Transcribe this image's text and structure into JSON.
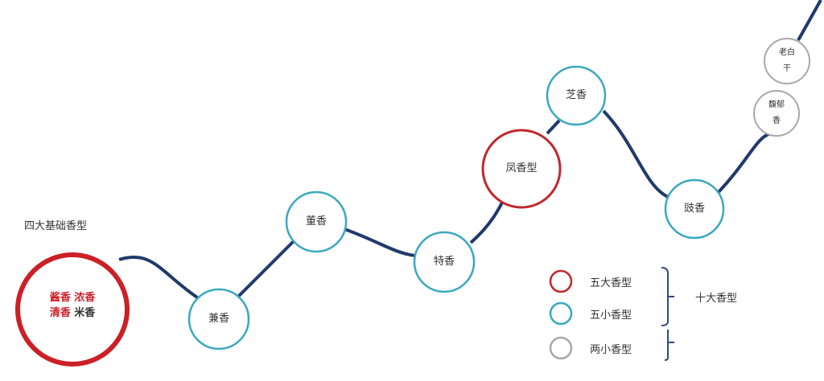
{
  "base_group": {
    "title": "四大基础香型",
    "items": [
      "酱香",
      "浓香",
      "清香",
      "米香"
    ],
    "highlight_color": "#d0202a"
  },
  "nodes": [
    {
      "label": "兼香",
      "type": "small"
    },
    {
      "label": "董香",
      "type": "small"
    },
    {
      "label": "特香",
      "type": "small"
    },
    {
      "label": "凤香型",
      "type": "big"
    },
    {
      "label": "芝香",
      "type": "small"
    },
    {
      "label": "豉香",
      "type": "small"
    },
    {
      "label": "馥郁香",
      "type": "minor"
    },
    {
      "label": "老白干",
      "type": "minor"
    }
  ],
  "legend": {
    "items": [
      {
        "label": "五大香型",
        "color": "#c0282e"
      },
      {
        "label": "五小香型",
        "color": "#3aa8c0"
      },
      {
        "label": "两小香型",
        "color": "#a8a8a8"
      }
    ],
    "group_label": "十大香型"
  },
  "colors": {
    "line": "#1f3a6b",
    "big": "#c8202a",
    "small": "#3aa8c0",
    "minor": "#a8a8a8"
  }
}
